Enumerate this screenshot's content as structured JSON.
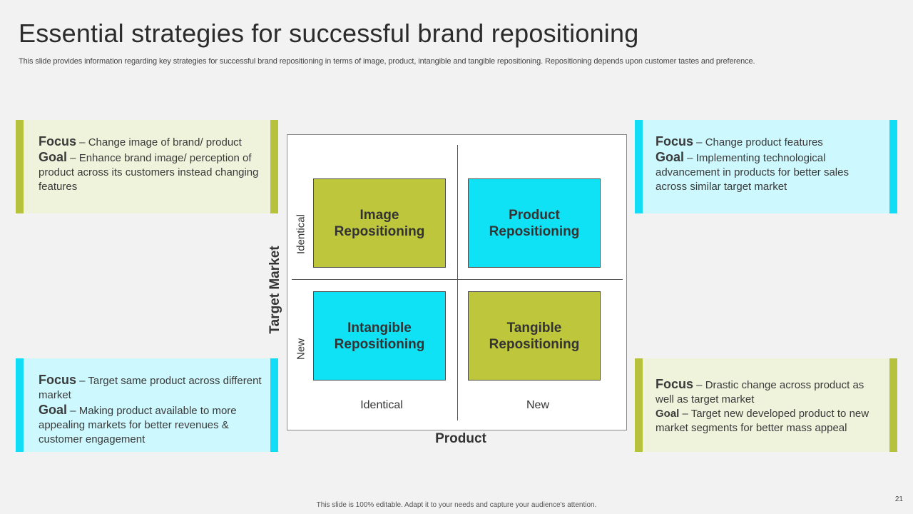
{
  "slide": {
    "title": "Essential strategies for successful brand repositioning",
    "subtitle": "This slide provides information regarding key strategies for successful brand repositioning in terms of image, product, intangible and tangible repositioning. Repositioning depends upon customer tastes and preference.",
    "footer": "This slide is 100% editable. Adapt it to your needs and capture your audience's attention.",
    "page_number": "21"
  },
  "cards": {
    "top_left": {
      "focus_kw": "Focus",
      "focus_text": " – Change image of brand/ product",
      "goal_kw": "Goal",
      "goal_text": " – Enhance brand image/ perception of product across its customers instead changing features"
    },
    "top_right": {
      "focus_kw": "Focus",
      "focus_text": " – Change product features",
      "goal_kw": "Goal",
      "goal_text": " – Implementing technological advancement in products for better sales across similar target market"
    },
    "bottom_left": {
      "focus_kw": "Focus",
      "focus_text": " – Target same product across different market",
      "goal_kw": "Goal",
      "goal_text": " – Making product available to more appealing markets for better revenues & customer engagement"
    },
    "bottom_right": {
      "focus_kw": "Focus",
      "focus_text": " – Drastic change across product as well as target market",
      "goal_kw": "Goal",
      "goal_text": " – Target new developed product to new market segments for better mass appeal"
    }
  },
  "matrix": {
    "x_axis_title": "Product",
    "y_axis_title": "Target Market",
    "x_ticks": [
      "Identical",
      "New"
    ],
    "y_ticks": [
      "Identical",
      "New"
    ],
    "quadrants": {
      "image": "Image Repositioning",
      "product": "Product Repositioning",
      "intangible": "Intangible Repositioning",
      "tangible": "Tangible Repositioning"
    }
  },
  "colors": {
    "olive": "#bec63c",
    "cyan": "#10e2f6",
    "light_green": "#eff3dc",
    "light_cyan": "#ccf8fe"
  }
}
